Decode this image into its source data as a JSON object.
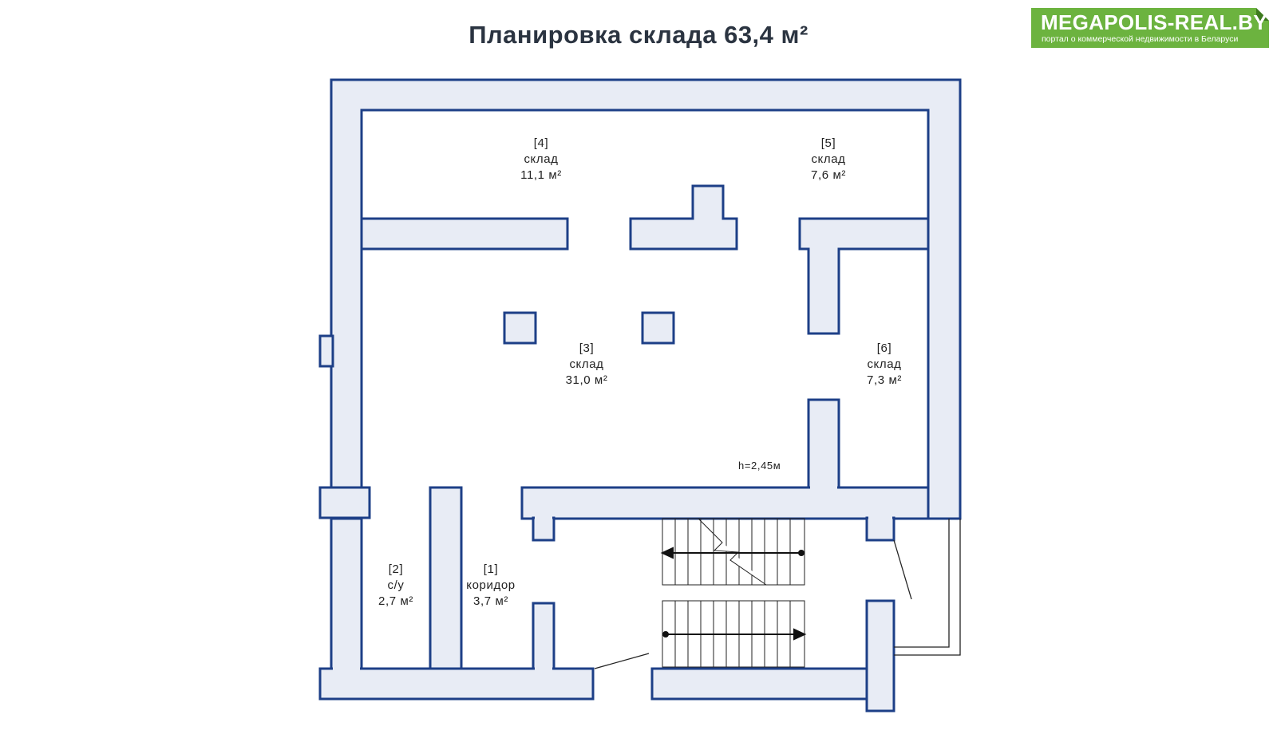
{
  "title": "Планировка склада 63,4 м²",
  "logo": {
    "name": "MEGAPOLIS-REAL.BY",
    "tagline": "портал о коммерческой недвижимости в Беларуси",
    "color": "#6cb33f"
  },
  "colors": {
    "wall_fill": "#e8ecf5",
    "wall_stroke": "#1d3f87",
    "text": "#222222"
  },
  "rooms": [
    {
      "id": "room-4",
      "number": "[4]",
      "name": "склад",
      "area": "11,1 м²"
    },
    {
      "id": "room-5",
      "number": "[5]",
      "name": "склад",
      "area": "7,6 м²"
    },
    {
      "id": "room-3",
      "number": "[3]",
      "name": "склад",
      "area": "31,0 м²"
    },
    {
      "id": "room-6",
      "number": "[6]",
      "name": "склад",
      "area": "7,3 м²"
    },
    {
      "id": "room-2",
      "number": "[2]",
      "name": "с/у",
      "area": "2,7 м²"
    },
    {
      "id": "room-1",
      "number": "[1]",
      "name": "коридор",
      "area": "3,7 м²"
    }
  ],
  "ceiling_height": "h=2,45м"
}
